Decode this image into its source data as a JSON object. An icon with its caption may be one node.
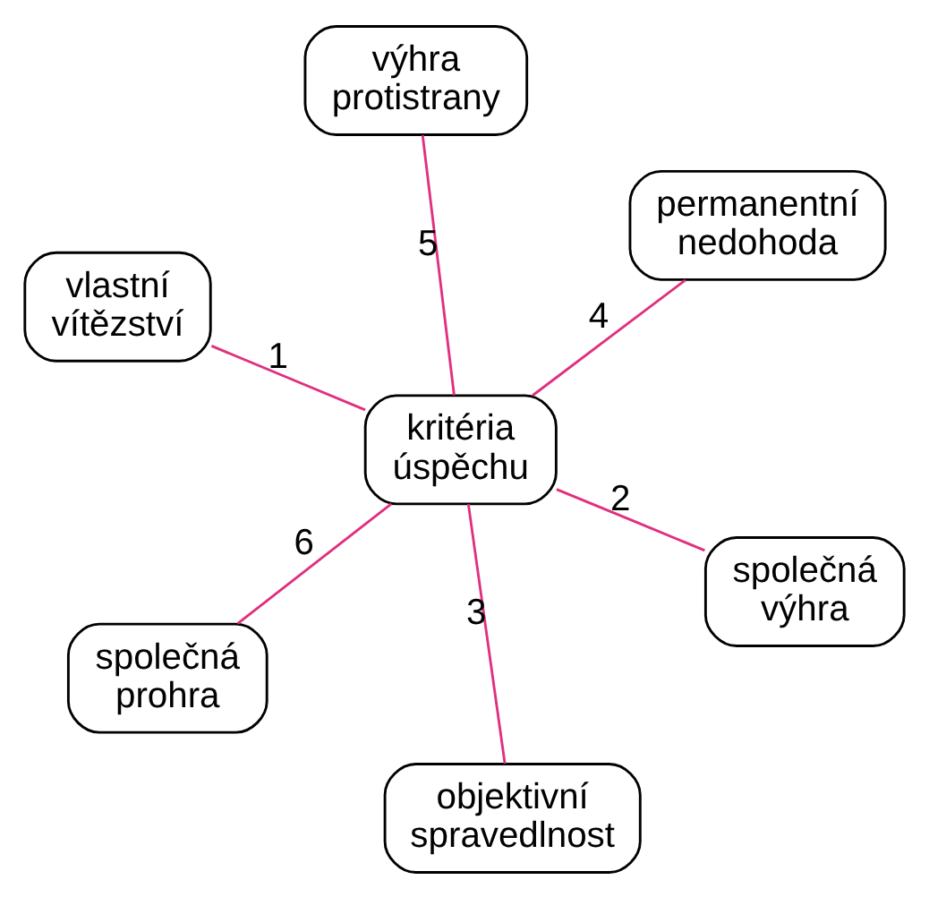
{
  "diagram": {
    "nodes": [
      {
        "text": [
          "vlastní vítězství"
        ]
      },
      {
        "text": [
          "společná výhra"
        ]
      },
      {
        "text": [
          "objektivní spravedlnost"
        ]
      },
      {
        "text": [
          "kritéria úspěchu"
        ]
      },
      {
        "text": [
          "permanentní nedohoda"
        ]
      },
      {
        "text": [
          "výhra protistrany"
        ]
      },
      {
        "text": [
          "společná prohra"
        ]
      }
    ],
    "edges": [
      {
        "from": 3,
        "to": 0,
        "arrow": "none",
        "label": "1"
      },
      {
        "from": 3,
        "to": 1,
        "arrow": "none",
        "label": "2"
      },
      {
        "from": 3,
        "to": 2,
        "arrow": "none",
        "label": "3"
      },
      {
        "from": 3,
        "to": 4,
        "arrow": "none",
        "label": "4"
      },
      {
        "from": 3,
        "to": 5,
        "arrow": "none",
        "label": "5"
      },
      {
        "from": 3,
        "to": 6,
        "arrow": "none",
        "label": "6"
      }
    ]
  }
}
